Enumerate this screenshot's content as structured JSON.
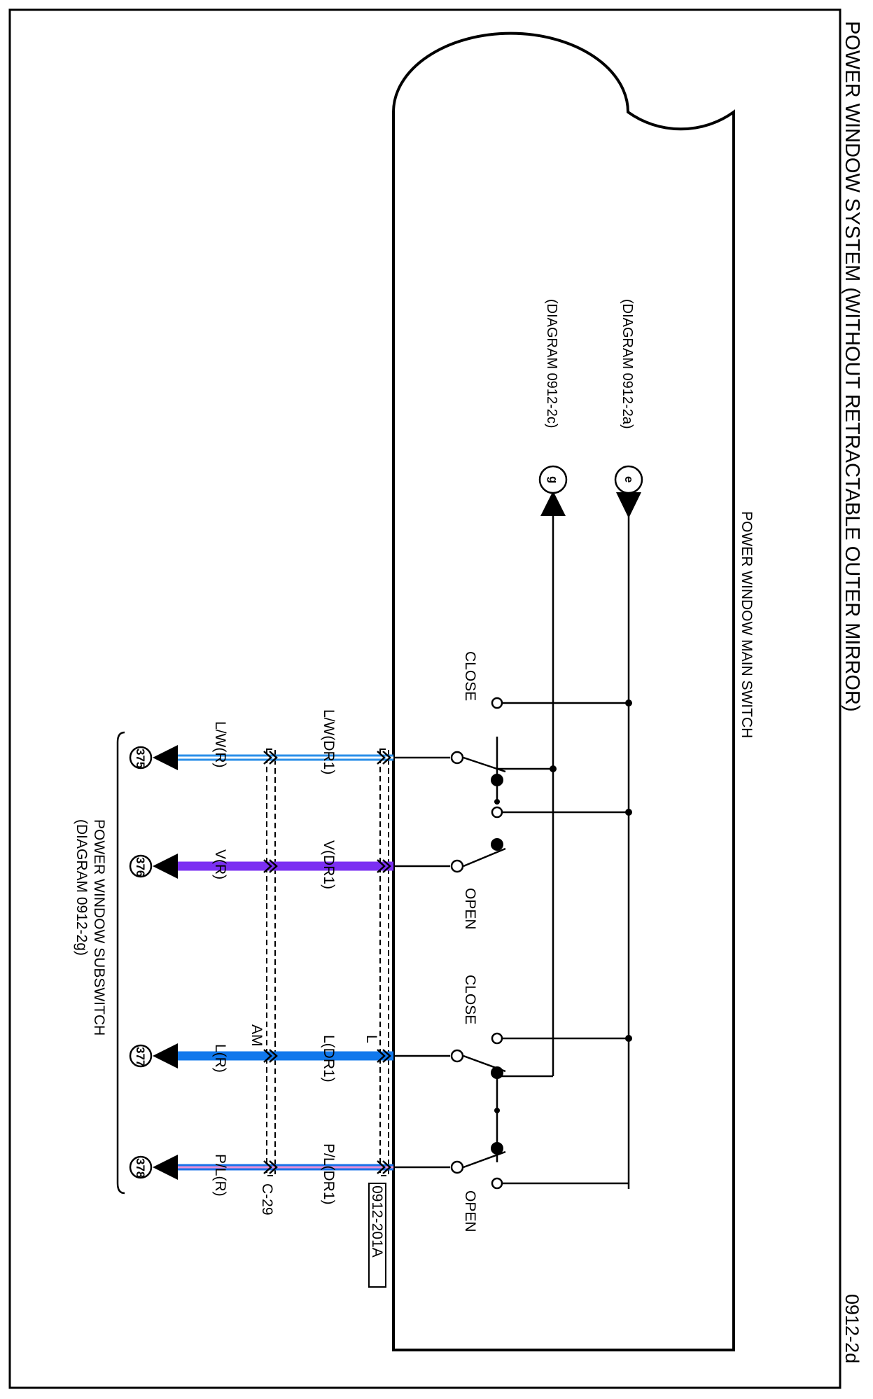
{
  "page": {
    "title": "POWER WINDOW SYSTEM (WITHOUT RETRACTABLE OUTER MIRROR)",
    "page_code": "0912-2d"
  },
  "main_switch": {
    "label": "POWER WINDOW MAIN SWITCH",
    "connector": "0912-201A",
    "connector_label_L": "L"
  },
  "switch_groups": [
    {
      "close_label": "CLOSE",
      "open_label": "OPEN"
    },
    {
      "close_label": "CLOSE",
      "open_label": "OPEN"
    }
  ],
  "off_page_refs": [
    {
      "letter": "e",
      "diagram": "(DIAGRAM 0912-2a)"
    },
    {
      "letter": "g",
      "diagram": "(DIAGRAM 0912-2c)"
    }
  ],
  "intermediate_connector": {
    "id": "C-29",
    "label_AM": "AM"
  },
  "wires": [
    {
      "dr1_label": "L/W(DR1)",
      "r_label": "L/W(R)",
      "terminal": "375",
      "color": "#2a8fe8",
      "stripe": "#ffffff"
    },
    {
      "dr1_label": "V(DR1)",
      "r_label": "V(R)",
      "terminal": "376",
      "color": "#7b2ff2",
      "stripe": ""
    },
    {
      "dr1_label": "L(DR1)",
      "r_label": "L(R)",
      "terminal": "377",
      "color": "#1178ec",
      "stripe": ""
    },
    {
      "dr1_label": "P/L(DR1)",
      "r_label": "P/L(R)",
      "terminal": "378",
      "color": "#1a72e8",
      "stripe": "#e98fd6"
    }
  ],
  "subswitch": {
    "label": "POWER WINDOW SUBSWITCH",
    "diagram": "(DIAGRAM 0912-2g)"
  }
}
